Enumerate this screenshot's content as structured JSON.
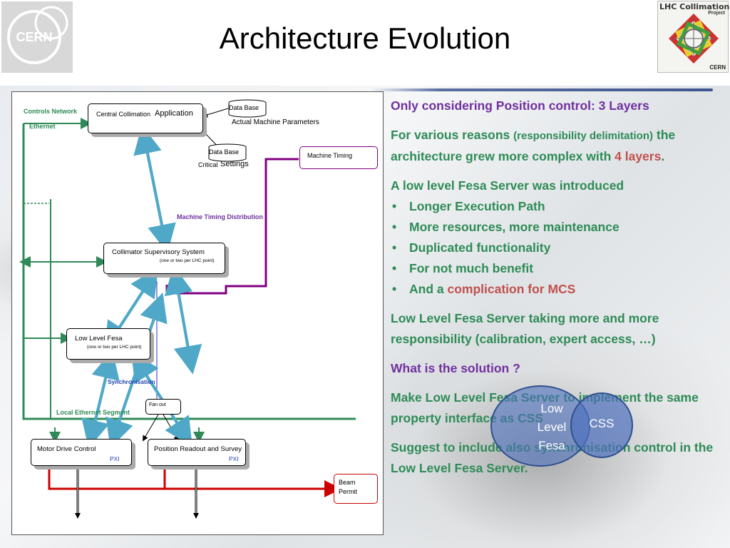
{
  "slide": {
    "title": "Architecture Evolution",
    "logo_left": "CERN",
    "logo_right": {
      "line1": "LHC Collimation",
      "line2": "Project",
      "line3": "CERN"
    }
  },
  "diagram": {
    "controls_network": "Controls Network",
    "ethernet": "Ethernet",
    "central_app_small": "Central Collimation",
    "central_app_big": "Application",
    "db1_label": "Data Base",
    "db1_caption": "Actual Machine Parameters",
    "db2_label": "Data Base",
    "db2_caption_small": "Critical",
    "db2_caption_big": "Settings",
    "machine_timing": "Machine Timing",
    "machine_timing_distribution": "Machine Timing Distribution",
    "css_title": "Collimator Supervisory System",
    "css_sub": "(one or two per LHC point)",
    "llf_title": "Low Level Fesa",
    "llf_sub": "(one or two per LHC point)",
    "synchronisation": "Synchronisation",
    "fan_out": "Fan out",
    "local_ethernet": "Local Ethernet Segment",
    "motor_drive": "Motor Drive Control",
    "motor_pxi": "PXI",
    "position_readout": "Position Readout and Survey",
    "position_pxi": "PXI",
    "beam_permit_1": "Beam",
    "beam_permit_2": "Permit"
  },
  "text": {
    "p1": "Only considering Position control: 3 Layers",
    "p2_a": "For various reasons ",
    "p2_b": "(responsibility delimitation)",
    "p2_c": " the architecture grew more complex with ",
    "p2_d": "4 layers",
    "p2_e": ".",
    "p3": "A low level Fesa Server was introduced",
    "bullets": [
      "Longer Execution Path",
      "More resources, more maintenance",
      "Duplicated functionality",
      "For not much benefit"
    ],
    "bullet5_a": "And a ",
    "bullet5_b": "complication for MCS",
    "p4": "Low Level Fesa Server taking more and more responsibility (calibration, expert access, …)",
    "p5": "What is the solution ?",
    "p6": "Make Low Level Fesa Server to implement the same property interface as CSS",
    "p7": "Suggest to include also synchronisation control in the Low Level Fesa Server."
  },
  "venn": {
    "left_label": "Low Level Fesa",
    "right_label": "CSS"
  },
  "colors": {
    "green": "#2e8b57",
    "purple": "#7030a0",
    "red": "#c0504d",
    "arrow": "#4fa8c8"
  }
}
